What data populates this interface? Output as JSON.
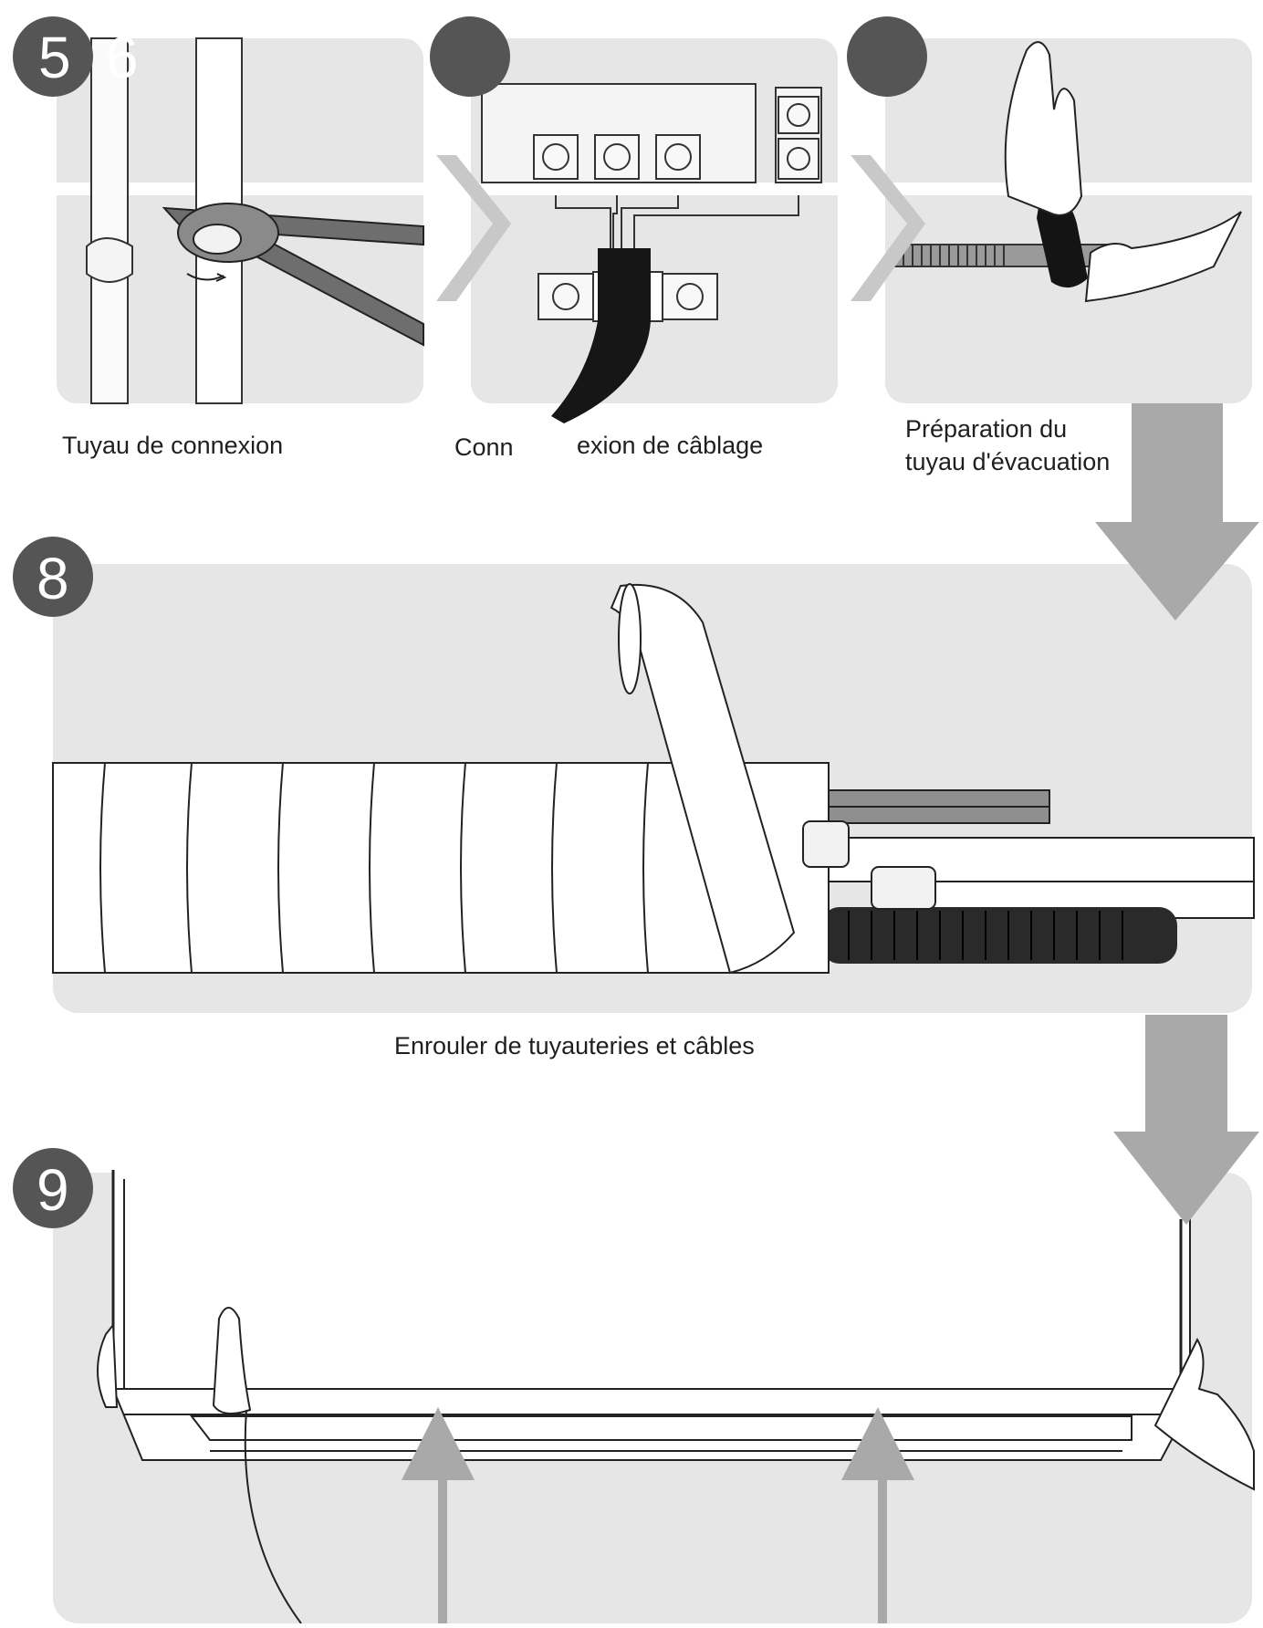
{
  "steps": [
    {
      "number": "5",
      "suffix": "6",
      "caption": "Tuyau de connexion"
    },
    {
      "number": "",
      "caption_left": "Conn",
      "caption_right": "exion de câblage"
    },
    {
      "number": "",
      "caption_line1": "Préparation du",
      "caption_line2": "tuyau d'évacuation"
    },
    {
      "number": "8",
      "caption": "Enrouler de tuyauteries et câbles"
    },
    {
      "number": "9"
    }
  ],
  "colors": {
    "panel": "#e6e6e6",
    "badge": "#555555",
    "arrow": "#a9a9a9",
    "line": "#222222",
    "dark": "#2a2a2a"
  }
}
